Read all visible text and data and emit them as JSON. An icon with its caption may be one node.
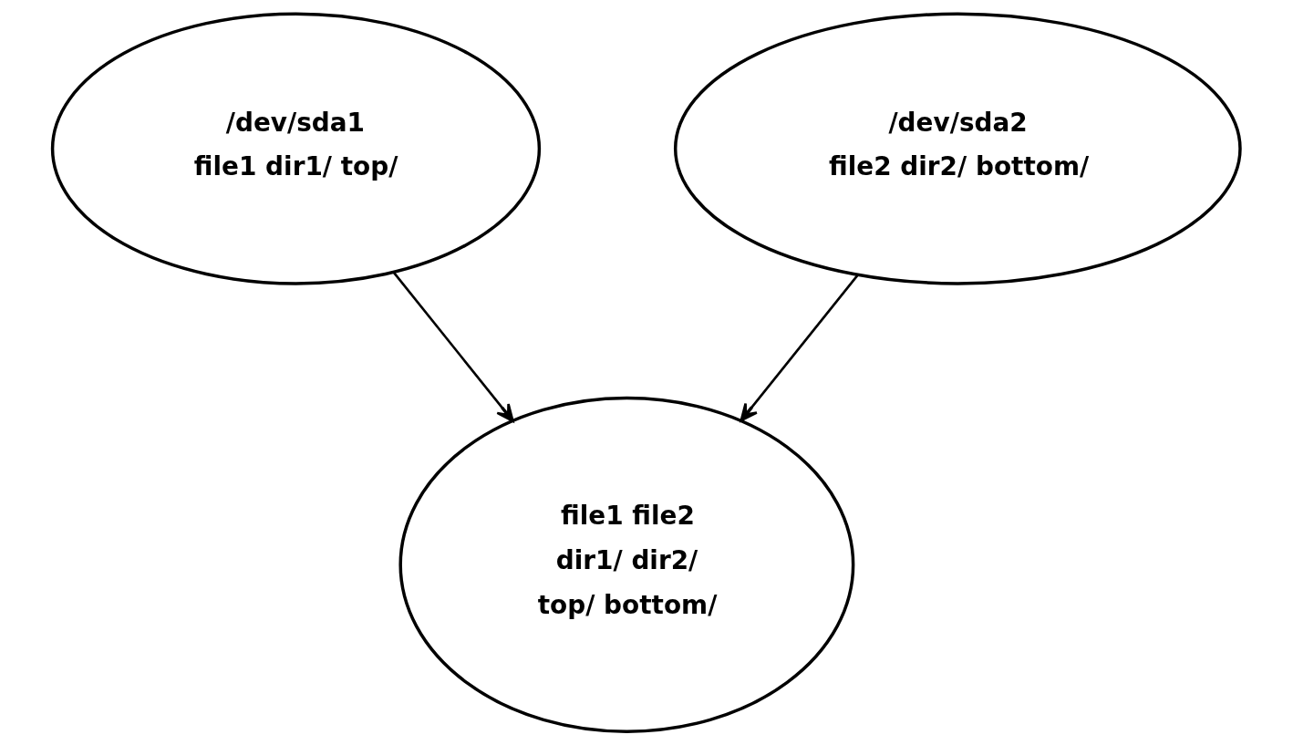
{
  "diagram": {
    "nodes": [
      {
        "text": [
          "/dev/sda1",
          "file1 dir1/ top/"
        ]
      },
      {
        "text": [
          "/dev/sda2",
          "file2 dir2/ bottom/"
        ]
      },
      {
        "text": [
          "file1 file2",
          "dir1/ dir2/",
          "top/ bottom/"
        ]
      }
    ],
    "edges": [
      {
        "from": 0,
        "to": 2,
        "arrow": "to"
      },
      {
        "from": 1,
        "to": 2,
        "arrow": "to"
      }
    ]
  }
}
